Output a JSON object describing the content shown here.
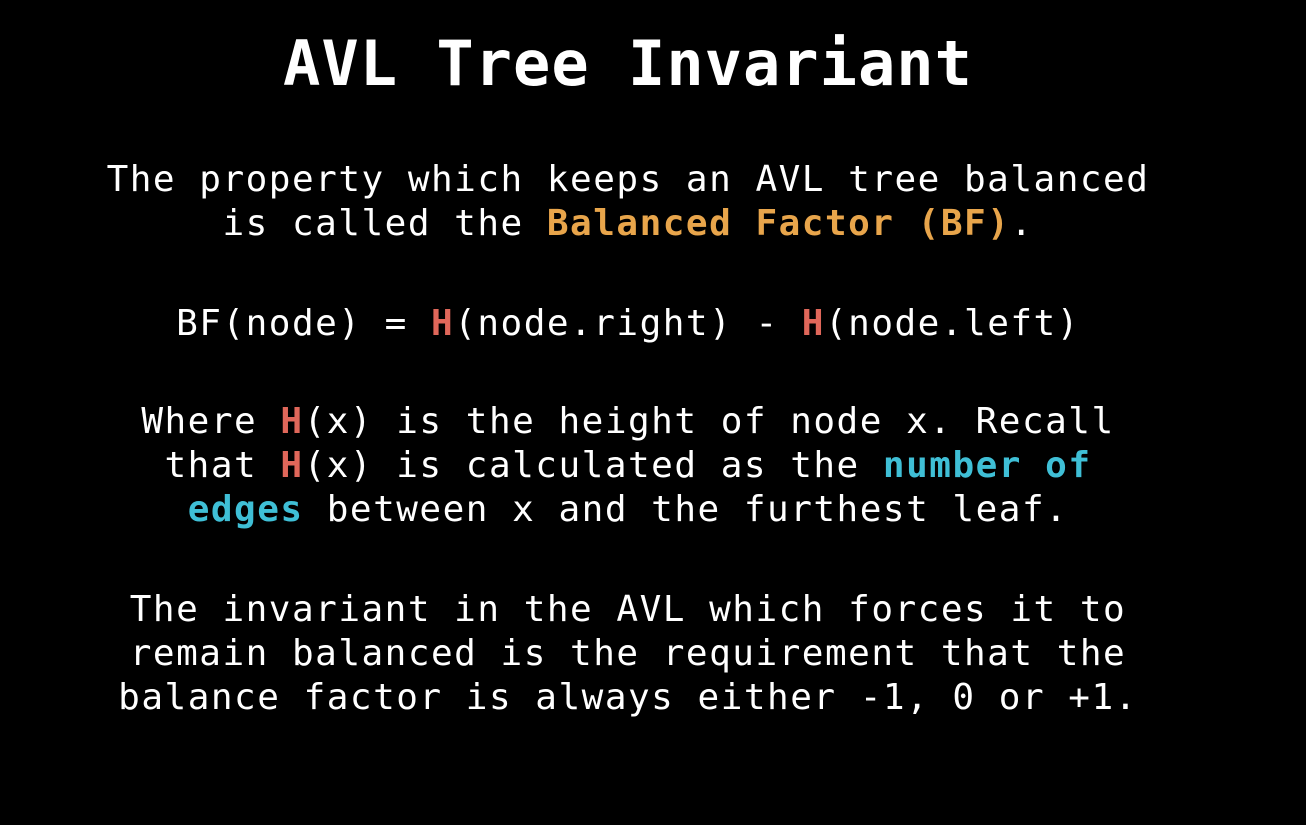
{
  "slide": {
    "title": "AVL Tree Invariant",
    "p1": {
      "line1": "The property which keeps an AVL tree balanced",
      "line2_pre": "is called the ",
      "line2_highlight": "Balanced Factor (BF)",
      "line2_post": "."
    },
    "formula": {
      "lhs": "BF(node) = ",
      "h1": "H",
      "mid": "(node.right) - ",
      "h2": "H",
      "rhs": "(node.left)"
    },
    "p3": {
      "l1_a": "Where ",
      "l1_h": "H",
      "l1_b": "(x) is the height of node x. Recall",
      "l2_a": "that ",
      "l2_h": "H",
      "l2_b": "(x) is calculated as the ",
      "l2_highlight": "number of",
      "l3_highlight": "edges",
      "l3_b": " between x and the furthest leaf."
    },
    "p4": {
      "line1": "The invariant in the AVL which forces it to",
      "line2": "remain balanced is the requirement that the",
      "line3": "balance factor is always either -1, 0 or +1."
    }
  },
  "colors": {
    "background": "#000000",
    "text": "#ffffff",
    "highlight_orange": "#e8a54b",
    "highlight_red": "#e0675a",
    "highlight_cyan": "#3fbfd6"
  }
}
